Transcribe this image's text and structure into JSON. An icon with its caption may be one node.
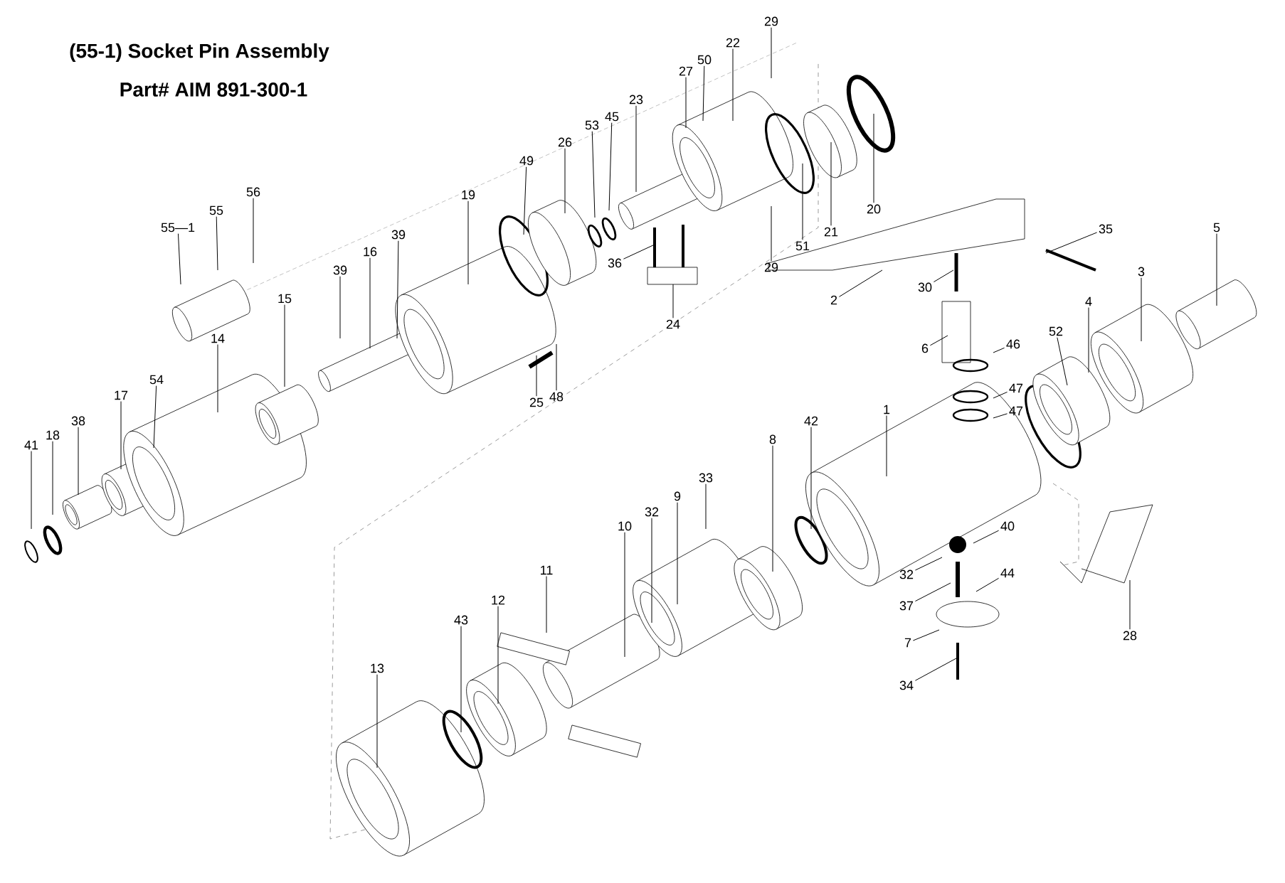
{
  "diagram": {
    "title": "(55-1) Socket Pin Assembly",
    "labels": [
      "Part# AIM 891-300-1"
    ],
    "nodes": [
      {
        "text": [
          "29"
        ]
      },
      {
        "text": [
          "22"
        ]
      },
      {
        "text": [
          "50"
        ]
      },
      {
        "text": [
          "27"
        ]
      },
      {
        "text": [
          "23"
        ]
      },
      {
        "text": [
          "45"
        ]
      },
      {
        "text": [
          "53"
        ]
      },
      {
        "text": [
          "26"
        ]
      },
      {
        "text": [
          "49"
        ]
      },
      {
        "text": [
          "19"
        ]
      },
      {
        "text": [
          "56"
        ]
      },
      {
        "text": [
          "55"
        ]
      },
      {
        "text": [
          "20"
        ]
      },
      {
        "text": [
          "55—1"
        ]
      },
      {
        "text": [
          "35"
        ]
      },
      {
        "text": [
          "5"
        ]
      },
      {
        "text": [
          "21"
        ]
      },
      {
        "text": [
          "39"
        ]
      },
      {
        "text": [
          "51"
        ]
      },
      {
        "text": [
          "16"
        ]
      },
      {
        "text": [
          "36"
        ]
      },
      {
        "text": [
          "29"
        ]
      },
      {
        "text": [
          "39"
        ]
      },
      {
        "text": [
          "3"
        ]
      },
      {
        "text": [
          "30"
        ]
      },
      {
        "text": [
          "15"
        ]
      },
      {
        "text": [
          "2"
        ]
      },
      {
        "text": [
          "4"
        ]
      },
      {
        "text": [
          "24"
        ]
      },
      {
        "text": [
          "52"
        ]
      },
      {
        "text": [
          "14"
        ]
      },
      {
        "text": [
          "6"
        ]
      },
      {
        "text": [
          "46"
        ]
      },
      {
        "text": [
          "47"
        ]
      },
      {
        "text": [
          "54"
        ]
      },
      {
        "text": [
          "17"
        ]
      },
      {
        "text": [
          "47"
        ]
      },
      {
        "text": [
          "48"
        ]
      },
      {
        "text": [
          "25"
        ]
      },
      {
        "text": [
          "1"
        ]
      },
      {
        "text": [
          "42"
        ]
      },
      {
        "text": [
          "38"
        ]
      },
      {
        "text": [
          "18"
        ]
      },
      {
        "text": [
          "8"
        ]
      },
      {
        "text": [
          "41"
        ]
      },
      {
        "text": [
          "33"
        ]
      },
      {
        "text": [
          "9"
        ]
      },
      {
        "text": [
          "32"
        ]
      },
      {
        "text": [
          "40"
        ]
      },
      {
        "text": [
          "10"
        ]
      },
      {
        "text": [
          "11"
        ]
      },
      {
        "text": [
          "32"
        ]
      },
      {
        "text": [
          "44"
        ]
      },
      {
        "text": [
          "12"
        ]
      },
      {
        "text": [
          "37"
        ]
      },
      {
        "text": [
          "43"
        ]
      },
      {
        "text": [
          "7"
        ]
      },
      {
        "text": [
          "28"
        ]
      },
      {
        "text": [
          "13"
        ]
      },
      {
        "text": [
          "34"
        ]
      }
    ],
    "edges": [
      {
        "from": 0,
        "to": null,
        "arrow": "none"
      },
      {
        "from": 1,
        "to": null,
        "arrow": "none"
      },
      {
        "from": 2,
        "to": null,
        "arrow": "none"
      },
      {
        "from": 3,
        "to": null,
        "arrow": "none"
      },
      {
        "from": 4,
        "to": null,
        "arrow": "none"
      },
      {
        "from": 5,
        "to": null,
        "arrow": "none"
      },
      {
        "from": 6,
        "to": null,
        "arrow": "none"
      },
      {
        "from": 7,
        "to": null,
        "arrow": "none"
      },
      {
        "from": 8,
        "to": null,
        "arrow": "none"
      },
      {
        "from": 9,
        "to": null,
        "arrow": "none"
      },
      {
        "from": 10,
        "to": null,
        "arrow": "none"
      },
      {
        "from": 11,
        "to": null,
        "arrow": "none"
      },
      {
        "from": 12,
        "to": null,
        "arrow": "none"
      },
      {
        "from": 13,
        "to": null,
        "arrow": "none"
      },
      {
        "from": 14,
        "to": null,
        "arrow": "none"
      },
      {
        "from": 15,
        "to": null,
        "arrow": "none"
      },
      {
        "from": 16,
        "to": null,
        "arrow": "none"
      },
      {
        "from": 17,
        "to": null,
        "arrow": "none"
      },
      {
        "from": 18,
        "to": null,
        "arrow": "none"
      },
      {
        "from": 19,
        "to": null,
        "arrow": "none"
      },
      {
        "from": 20,
        "to": null,
        "arrow": "none"
      },
      {
        "from": 21,
        "to": null,
        "arrow": "none"
      },
      {
        "from": 22,
        "to": null,
        "arrow": "none"
      },
      {
        "from": 23,
        "to": null,
        "arrow": "none"
      },
      {
        "from": 24,
        "to": null,
        "arrow": "none"
      },
      {
        "from": 25,
        "to": null,
        "arrow": "none"
      },
      {
        "from": 26,
        "to": null,
        "arrow": "none"
      },
      {
        "from": 27,
        "to": null,
        "arrow": "none"
      },
      {
        "from": 28,
        "to": null,
        "arrow": "none"
      },
      {
        "from": 29,
        "to": null,
        "arrow": "none"
      },
      {
        "from": 30,
        "to": null,
        "arrow": "none"
      },
      {
        "from": 31,
        "to": null,
        "arrow": "none"
      },
      {
        "from": 32,
        "to": null,
        "arrow": "none"
      },
      {
        "from": 33,
        "to": null,
        "arrow": "none"
      },
      {
        "from": 34,
        "to": null,
        "arrow": "none"
      },
      {
        "from": 35,
        "to": null,
        "arrow": "none"
      },
      {
        "from": 36,
        "to": null,
        "arrow": "none"
      },
      {
        "from": 37,
        "to": null,
        "arrow": "none"
      },
      {
        "from": 38,
        "to": null,
        "arrow": "none"
      },
      {
        "from": 39,
        "to": null,
        "arrow": "none"
      },
      {
        "from": 40,
        "to": null,
        "arrow": "none"
      },
      {
        "from": 41,
        "to": null,
        "arrow": "none"
      },
      {
        "from": 42,
        "to": null,
        "arrow": "none"
      },
      {
        "from": 43,
        "to": null,
        "arrow": "none"
      },
      {
        "from": 44,
        "to": null,
        "arrow": "none"
      },
      {
        "from": 45,
        "to": null,
        "arrow": "none"
      },
      {
        "from": 46,
        "to": null,
        "arrow": "none"
      },
      {
        "from": 47,
        "to": null,
        "arrow": "none"
      },
      {
        "from": 48,
        "to": null,
        "arrow": "none"
      },
      {
        "from": 49,
        "to": null,
        "arrow": "none"
      },
      {
        "from": 50,
        "to": null,
        "arrow": "none"
      },
      {
        "from": 51,
        "to": null,
        "arrow": "none"
      },
      {
        "from": 52,
        "to": null,
        "arrow": "none"
      },
      {
        "from": 53,
        "to": null,
        "arrow": "none"
      },
      {
        "from": 54,
        "to": null,
        "arrow": "none"
      },
      {
        "from": 55,
        "to": null,
        "arrow": "none"
      },
      {
        "from": 56,
        "to": null,
        "arrow": "none"
      },
      {
        "from": 57,
        "to": null,
        "arrow": "none"
      },
      {
        "from": 58,
        "to": null,
        "arrow": "none"
      },
      {
        "from": 59,
        "to": null,
        "arrow": "none"
      }
    ]
  }
}
